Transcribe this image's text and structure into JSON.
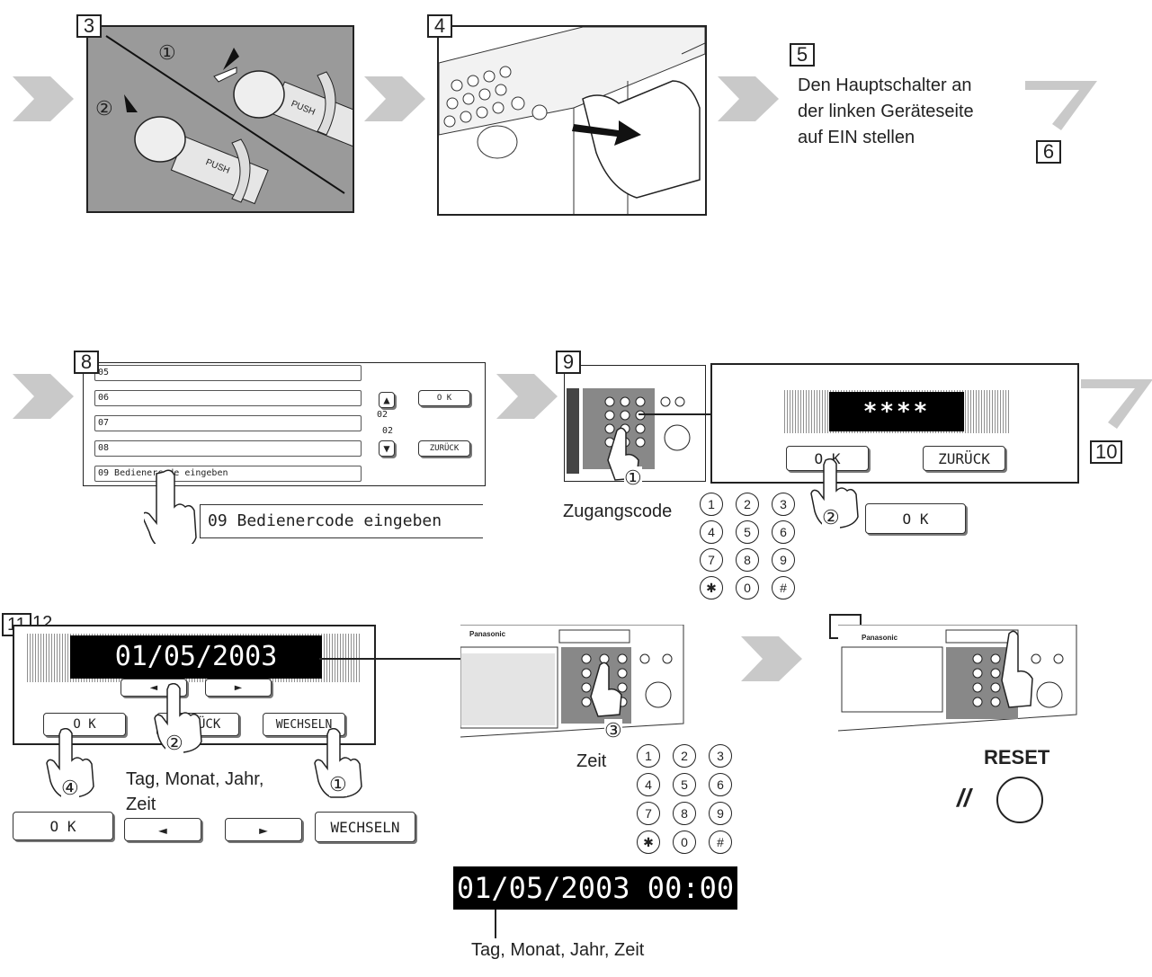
{
  "steps": {
    "s3": "3",
    "s4": "4",
    "s5": "5",
    "s6": "6",
    "s8": "8",
    "s9": "9",
    "s10": "10",
    "s11": "11",
    "s12": "12"
  },
  "step3": {
    "circ1": "①",
    "circ2": "②",
    "push_top": "PUSH",
    "push_bottom": "PUSH"
  },
  "step5": {
    "line1": "Den Hauptschalter an",
    "line2": "der linken Geräteseite",
    "line3": "auf EIN  stellen"
  },
  "step8": {
    "rows": [
      "05",
      "06",
      "07",
      "08",
      "09  Bedienercode eingeben"
    ],
    "page_current": "02",
    "page_total": "02",
    "ok": "O K",
    "back": "ZURÜCK",
    "zoom_label": "09  Bedienercode eingeben"
  },
  "step9": {
    "code": "****",
    "ok": "O K",
    "back": "ZURÜCK",
    "circ1": "①",
    "circ2": "②",
    "label": "Zugangscode",
    "ok_large": "O K"
  },
  "keypad": [
    "1",
    "2",
    "3",
    "4",
    "5",
    "6",
    "7",
    "8",
    "9",
    "✱",
    "0",
    "#"
  ],
  "step11": {
    "display": "01/05/2003  00:00",
    "left": "◄",
    "right": "►",
    "ok": "O K",
    "back": "ZURÜCK",
    "change": "WECHSELN",
    "circ1": "①",
    "circ2": "②",
    "circ4": "④",
    "label_line1": "Tag, Monat, Jahr,",
    "label_line2": "Zeit",
    "legend_ok": "O K",
    "legend_left": "◄",
    "legend_right": "►",
    "legend_change": "WECHSELN"
  },
  "step12": {
    "brand": "Panasonic",
    "circ3": "③",
    "label": "Zeit",
    "display": "01/05/2003  00:00",
    "caption": "Tag, Monat, Jahr, Zeit"
  },
  "step13": {
    "brand": "Panasonic",
    "reset_label": "RESET",
    "reset_symbol": "//"
  }
}
